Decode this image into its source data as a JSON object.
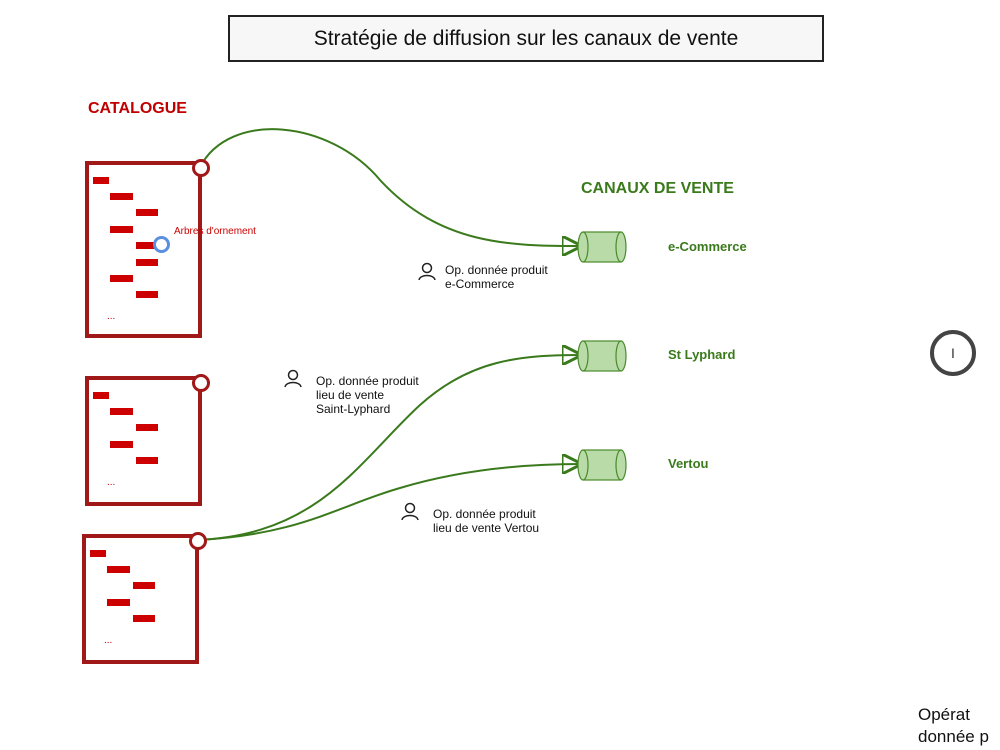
{
  "title": "Stratégie de diffusion sur les canaux de vente",
  "catalogue_label": "CATALOGUE",
  "channels_label": "CANAUX DE VENTE",
  "panel_hint": "Arbres d'ornement",
  "ellipsis": "...",
  "channels": [
    {
      "name": "e-Commerce"
    },
    {
      "name": "St Lyphard"
    },
    {
      "name": "Vertou"
    }
  ],
  "operators": [
    {
      "text": "Op. donnée produit\ne-Commerce"
    },
    {
      "text": "Op. donnée produit\nlieu de vente\nSaint-Lyphard"
    },
    {
      "text": "Op. donnée produit\nlieu de vente Vertou"
    }
  ],
  "status_symbol": "I",
  "corner_text": "Opérat\ndonnée p",
  "colors": {
    "catalogue": "#c00000",
    "channels": "#3a7a1c",
    "link": "#3a7a1c",
    "cylinder": "#b8dba8"
  }
}
